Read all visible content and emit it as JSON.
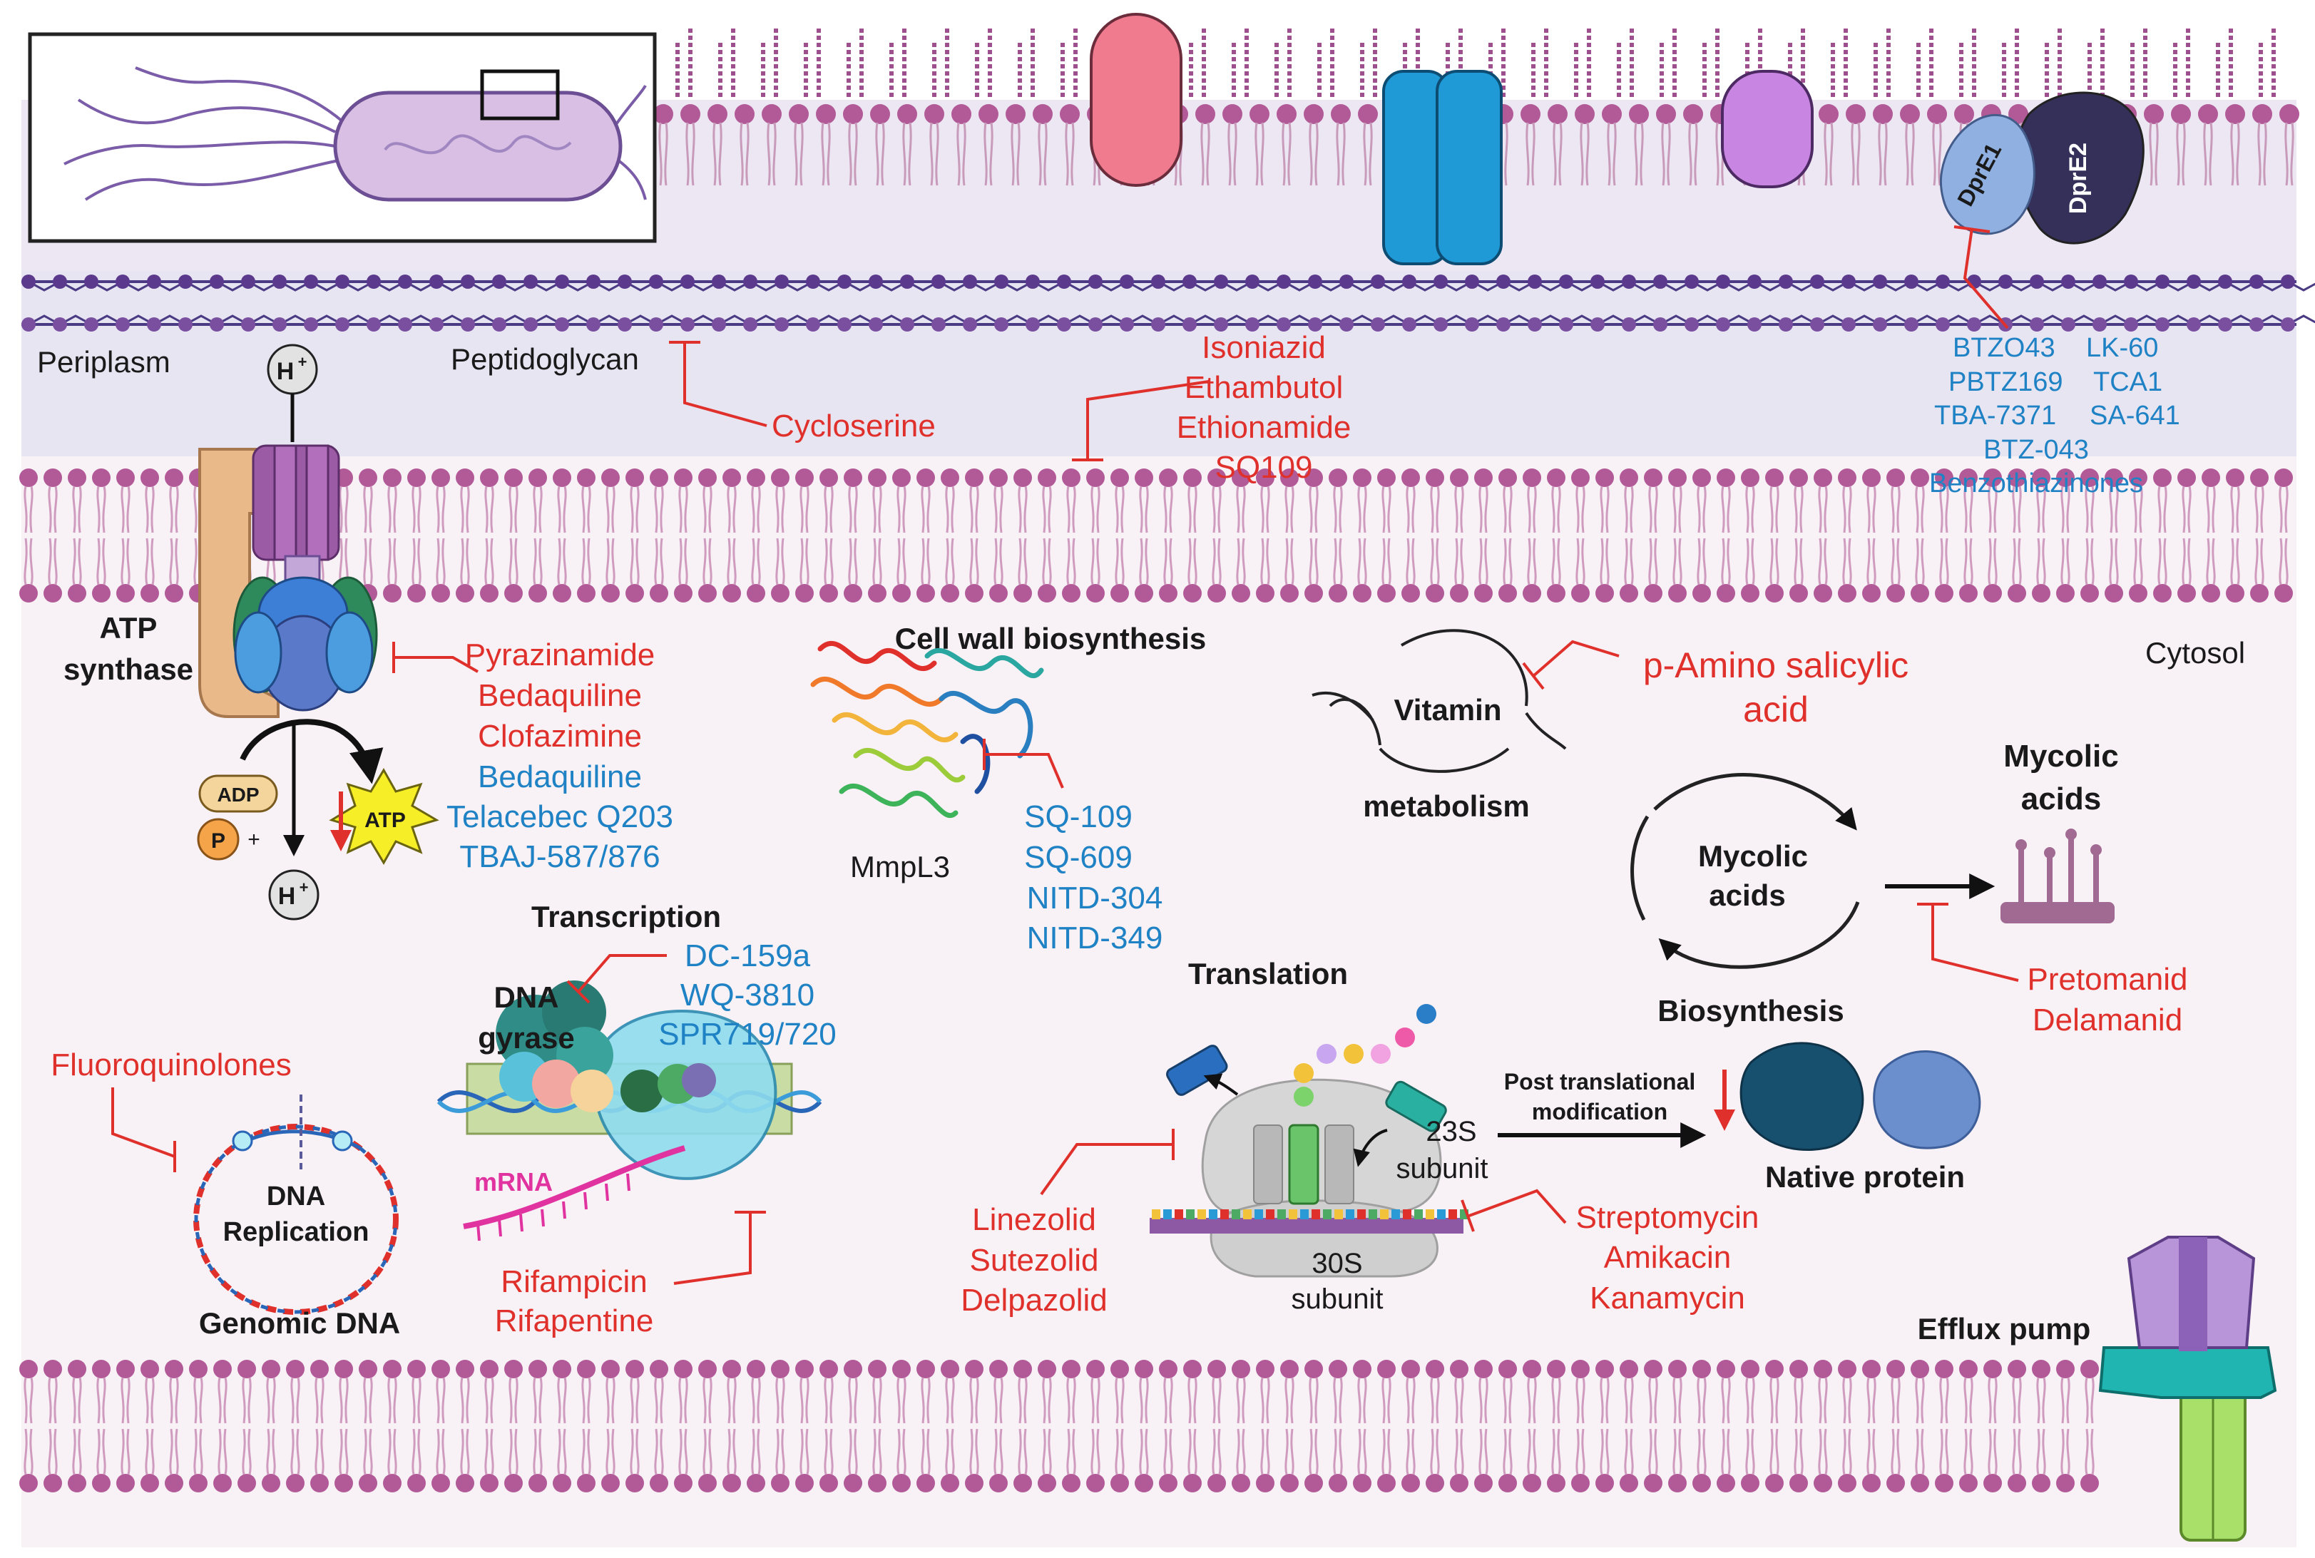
{
  "regions": {
    "periplasm": "Periplasm",
    "peptidoglycan": "Peptidoglycan",
    "cytosol": "Cytosol"
  },
  "atp_synthase": {
    "label_line1": "ATP",
    "label_line2": "synthase",
    "proton": "H",
    "proton_sup": "+",
    "adp": "ADP",
    "phosphate": "P",
    "plus": "+",
    "atp": "ATP",
    "drugs_red": [
      "Pyrazinamide",
      "Bedaquiline",
      "Clofazimine"
    ],
    "drugs_blue": [
      "Bedaquiline",
      "Telacebec Q203",
      "TBAJ-587/876"
    ]
  },
  "cycloserine": "Cycloserine",
  "cell_wall_drugs": [
    "Isoniazid",
    "Ethambutol",
    "Ethionamide",
    "SQ109"
  ],
  "dpre": {
    "dpre1": "DprE1",
    "dpre2": "DprE2",
    "inhibitors": [
      "BTZO43",
      "LK-60",
      "PBTZ169",
      "TCA1",
      "TBA-7371",
      "SA-641",
      "BTZ-043",
      "Benzothiazinones"
    ]
  },
  "cell_wall_biosynthesis": {
    "title": "Cell wall biosynthesis",
    "protein": "MmpL3",
    "inhibitors": [
      "SQ-109",
      "SQ-609",
      "NITD-304",
      "NITD-349"
    ]
  },
  "vitamin": {
    "label_top": "Vitamin",
    "label_bottom": "metabolism",
    "drug_line1": "p-Amino salicylic",
    "drug_line2": "acid"
  },
  "mycolic": {
    "cycle_line1": "Mycolic",
    "cycle_line2": "acids",
    "cycle_bottom": "Biosynthesis",
    "product_line1": "Mycolic",
    "product_line2": "acids",
    "drugs": [
      "Pretomanid",
      "Delamanid"
    ]
  },
  "transcription": {
    "title": "Transcription",
    "gyrase_line1": "DNA",
    "gyrase_line2": "gyrase",
    "mrna": "mRNA",
    "inhibitors_blue": [
      "DC-159a",
      "WQ-3810",
      "SPR719/720"
    ],
    "drugs_red": [
      "Rifampicin",
      "Rifapentine"
    ]
  },
  "replication": {
    "drug": "Fluoroquinolones",
    "label_line1": "DNA",
    "label_line2": "Replication",
    "genomic": "Genomic DNA"
  },
  "translation": {
    "title": "Translation",
    "large_subunit_line1": "23S",
    "large_subunit_line2": "subunit",
    "small_subunit_line1": "30S",
    "small_subunit_line2": "subunit",
    "oxazolidinones": [
      "Linezolid",
      "Sutezolid",
      "Delpazolid"
    ],
    "aminoglycosides": [
      "Streptomycin",
      "Amikacin",
      "Kanamycin"
    ],
    "ptm_line1": "Post translational",
    "ptm_line2": "modification",
    "native": "Native protein"
  },
  "efflux": "Efflux pump",
  "colors": {
    "inhibitor_red": "#e0302b",
    "candidate_blue": "#1f82c4",
    "membrane": "#b25a97",
    "periplasm_fill": "#e9e6f2",
    "cytosol_fill": "#f8f1f5"
  }
}
